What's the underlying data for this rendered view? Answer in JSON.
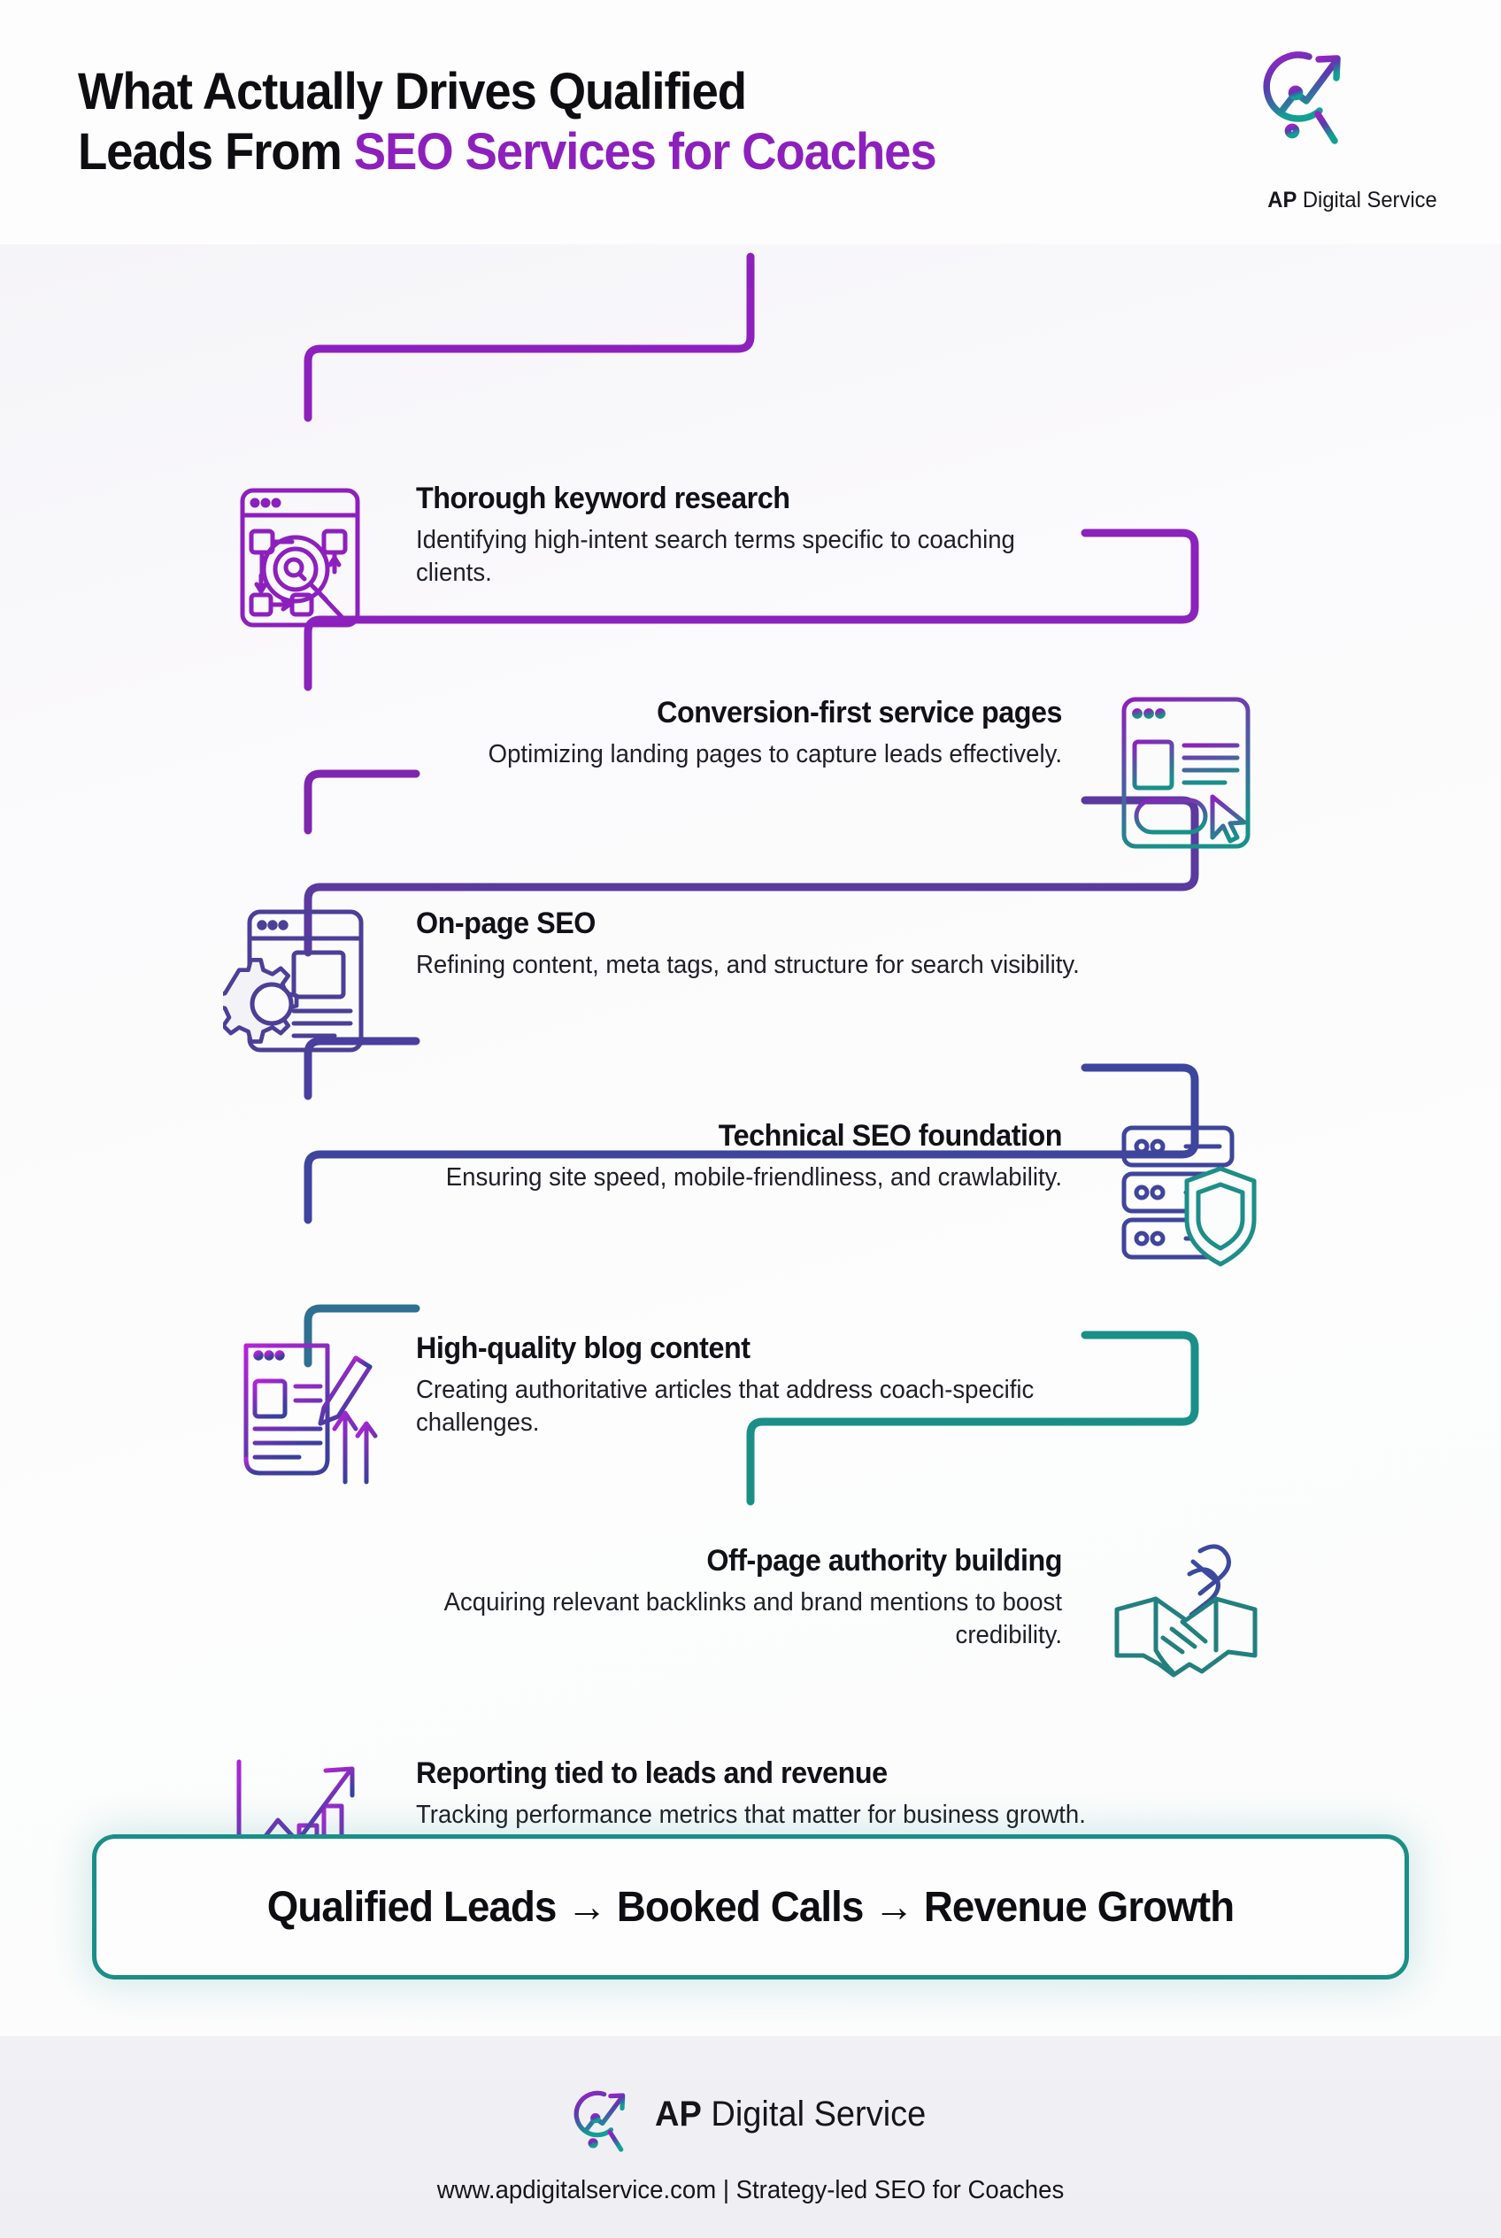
{
  "header": {
    "title_line1": "What Actually Drives Qualified",
    "title_line2_plain": "Leads From ",
    "title_line2_accent": "SEO Services for Coaches",
    "brand_bold": "AP",
    "brand_rest": " Digital Service",
    "logo_icon": "magnifier-growth-arrow-logo"
  },
  "flow": {
    "steps": [
      {
        "title": "Thorough keyword research",
        "desc": "Identifying high-intent search terms specific to coaching clients.",
        "icon": "browser-keyword-research-icon",
        "side": "left",
        "color": "#8d20bd"
      },
      {
        "title": "Conversion-first service pages",
        "desc": "Optimizing landing pages to capture leads effectively.",
        "icon": "landing-page-cursor-icon",
        "side": "right",
        "color": "#7a2aa8"
      },
      {
        "title": "On-page SEO",
        "desc": "Refining content, meta tags, and structure for search visibility.",
        "icon": "gear-document-icon",
        "side": "left",
        "color": "#5a3a9e"
      },
      {
        "title": "Technical SEO foundation",
        "desc": "Ensuring site speed, mobile-friendliness, and crawlability.",
        "icon": "server-shield-icon",
        "side": "right",
        "color": "#45409c"
      },
      {
        "title": "High-quality blog content",
        "desc": "Creating authoritative articles that address coach-specific challenges.",
        "icon": "article-pencil-arrow-icon",
        "side": "left",
        "color": "#3a4a9c"
      },
      {
        "title": "Off-page authority building",
        "desc": "Acquiring relevant backlinks and brand mentions to boost credibility.",
        "icon": "handshake-link-icon",
        "side": "right",
        "color": "#2f6f91"
      },
      {
        "title": "Reporting tied to leads and revenue",
        "desc": "Tracking performance metrics that matter for business growth.",
        "icon": "bar-chart-dollar-icon",
        "side": "left",
        "color": "#1a8f88"
      }
    ]
  },
  "outcome": {
    "text": "Qualified Leads → Booked Calls → Revenue Growth",
    "border_color": "#1a8f88"
  },
  "footer": {
    "brand_bold": "AP",
    "brand_rest": " Digital Service",
    "tagline": "www.apdigitalservice.com  |  Strategy-led SEO for Coaches",
    "logo_icon": "magnifier-growth-arrow-logo"
  },
  "theme": {
    "accent_purple": "#8d20bd",
    "accent_indigo": "#45409c",
    "accent_teal": "#1a8f88",
    "text_dark": "#0d0d12",
    "panel_bg": "#f7f7fa"
  }
}
